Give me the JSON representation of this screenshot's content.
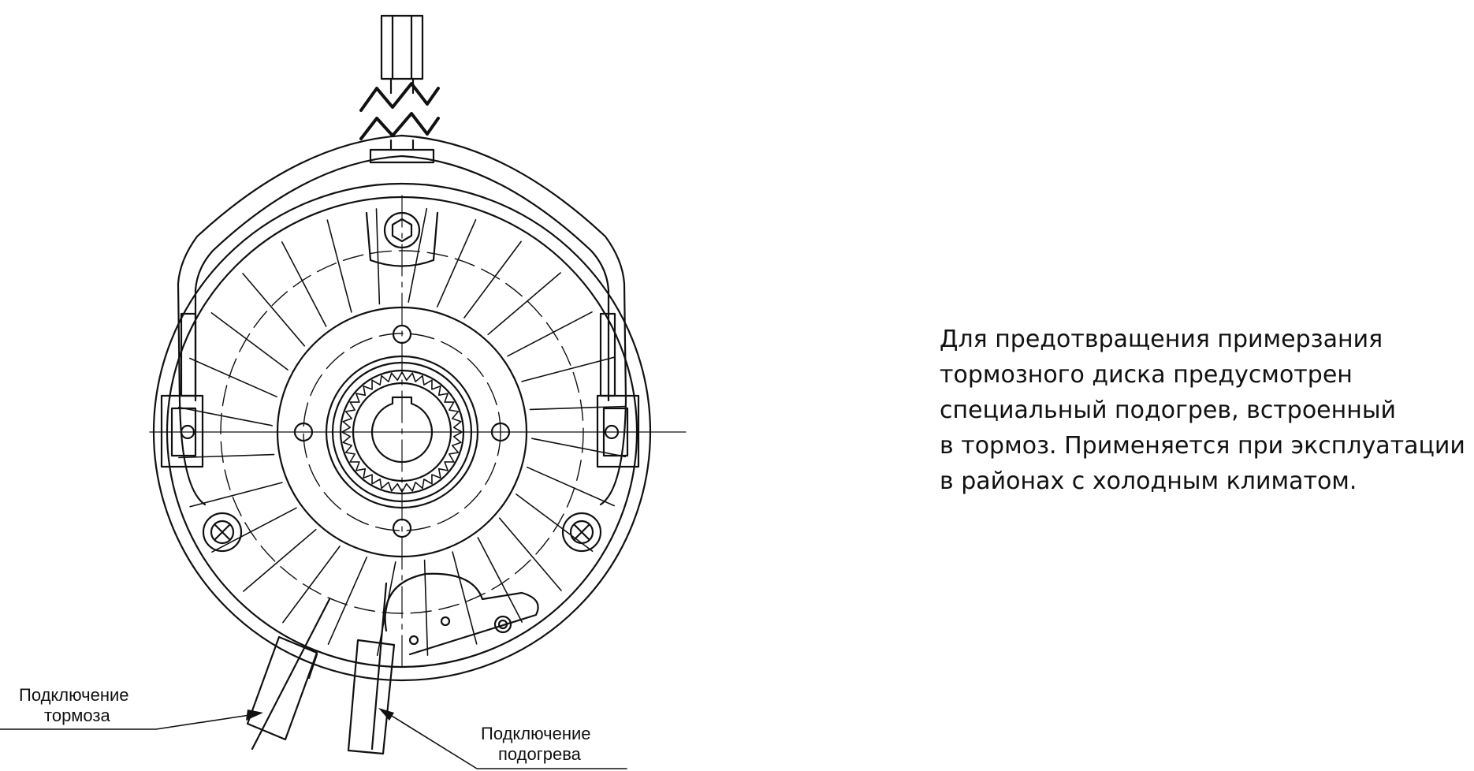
{
  "description": {
    "lines": [
      "Для предотвращения примерзания",
      "тормозного диска предусмотрен",
      "специальный подогрев, встроенный",
      "в тормоз. Применяется при эксплуатации",
      "в районах с холодным климатом."
    ]
  },
  "callouts": {
    "brake": [
      "Подключение",
      "тормоза"
    ],
    "heater": [
      "Подключение",
      "подогрева"
    ]
  },
  "colors": {
    "line": "#111111",
    "background": "#ffffff"
  }
}
